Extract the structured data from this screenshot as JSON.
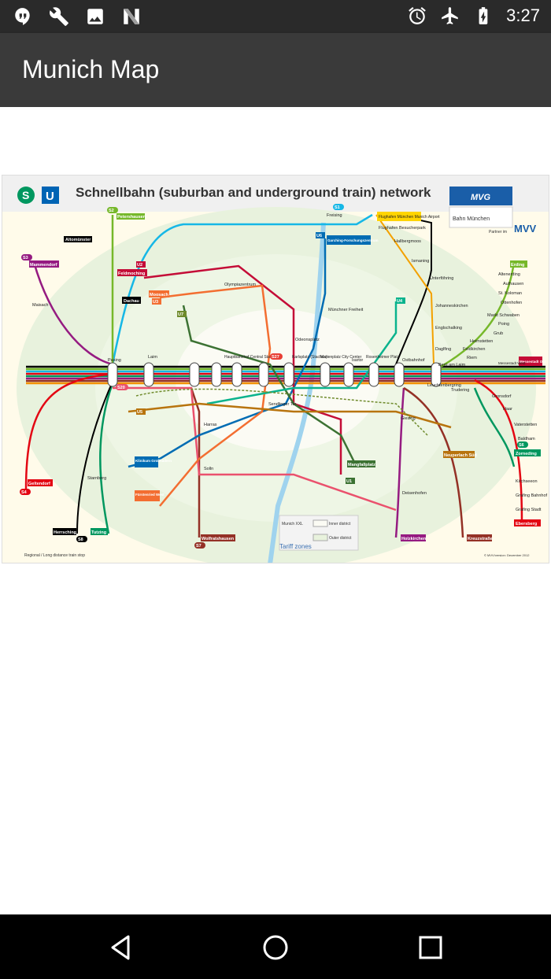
{
  "status_bar": {
    "time": "3:27",
    "left_icons": [
      "hangouts-icon",
      "wrench-icon",
      "image-icon",
      "n-icon"
    ],
    "right_icons": [
      "alarm-icon",
      "airplane-icon",
      "battery-icon"
    ]
  },
  "app_bar": {
    "title": "Munich Map"
  },
  "map": {
    "title": "Schnellbahn (suburban and underground train) network",
    "logo_s": "S",
    "logo_u": "U",
    "mvg": "MVG",
    "bahn": "Bahn München",
    "partner": "Partner im",
    "mvv": "MVV",
    "stations": {
      "freising": "Freising",
      "airport": "Flughafen München Munich Airport",
      "besucherpark": "Flughafen Besucherpark",
      "hallbergmoos": "Hallbergmoos",
      "ismaning": "Ismaning",
      "unterfoehring": "Unterföhring",
      "johanneskirchen": "Johanneskirchen",
      "englschalking": "Englschalking",
      "daglfing": "Daglfing",
      "erding": "Erding",
      "altenerding": "Altenerding",
      "aufhausen": "Aufhausen",
      "st_koloman": "St. Koloman",
      "ottenhofen": "Ottenhofen",
      "markt_schwaben": "Markt Schwaben",
      "poing": "Poing",
      "grub": "Grub",
      "heimstetten": "Heimstetten",
      "feldkirchen": "Feldkirchen",
      "riem": "Riem",
      "messestadt_ost": "Messestadt Ost",
      "messestadt_west": "Messestadt West",
      "trudering": "Trudering",
      "gronsdorf": "Gronsdorf",
      "haar": "Haar",
      "vaterstetten": "Vaterstetten",
      "baldham": "Baldham",
      "zorneding": "Zorneding",
      "kirchseeon": "Kirchseeon",
      "grafing_bahnhof": "Grafing Bahnhof",
      "grafing_stadt": "Grafing Stadt",
      "ebersberg": "Ebersberg",
      "petershausen": "Petershausen",
      "altomuenster": "Altomünster",
      "dachau": "Dachau",
      "mammendorf": "Mammendorf",
      "maisach": "Maisach",
      "pasing": "Pasing",
      "laim": "Laim",
      "hauptbahnhof": "Hauptbahnhof Central Station",
      "karlsplatz": "Karlsplatz (Stachus)",
      "marienplatz": "Marienplatz City Center",
      "isartor": "Isartor",
      "rosenheimer_platz": "Rosenheimer Platz",
      "ostbahnhof": "Ostbahnhof",
      "leuchtenbergring": "Leuchtenbergring",
      "berg_am_laim": "Berg am Laim",
      "odeonsplatz": "Odeonsplatz",
      "muenchner_freiheit": "Münchner Freiheit",
      "garching_forschungszentrum": "Garching-Forschungszentrum",
      "olympiazentrum": "Olympiazentrum",
      "moosach": "Moosach",
      "feldmoching": "Feldmoching",
      "sendlinger_tor": "Sendlinger Tor",
      "harras": "Harras",
      "solln": "Solln",
      "wolfratshausen": "Wolfratshausen",
      "starnberg": "Starnberg",
      "tutzing": "Tutzing",
      "herrsching": "Herrsching",
      "geltendorf": "Geltendorf",
      "klinikum_grosshadern": "Klinikum Großhadern",
      "fuerstenried_west": "Fürstenried West",
      "mangfallplatz": "Mangfallplatz",
      "deisenhofen": "Deisenhofen",
      "holzkirchen": "Holzkirchen",
      "kreuzstrasse": "Kreuzstraße",
      "neuperlach_sued": "Neuperlach Süd",
      "giesing": "Giesing",
      "ostbahnhof_s": "Ostbahnhof"
    },
    "lines": {
      "s1": "S1",
      "s2": "S2",
      "s3": "S3",
      "s4": "S4",
      "s6": "S6",
      "s7": "S7",
      "s8": "S8",
      "s20": "S20",
      "s27": "S27",
      "u1": "U1",
      "u2": "U2",
      "u3": "U3",
      "u4": "U4",
      "u5": "U5",
      "u6": "U6",
      "u7": "U7"
    },
    "legend": {
      "regional": "Regional / Long distance train stop",
      "tariff": "Tariff zones",
      "munich_xxl": "Munich XXL",
      "inner": "Inner district",
      "outer": "Outer district",
      "copyright": "© MVV/version: December 2012"
    },
    "colors": {
      "s1": "#16b7e6",
      "s2": "#76b82a",
      "s3": "#951b81",
      "s4": "#e30613",
      "s6": "#00975f",
      "s7": "#943126",
      "s8": "#000000",
      "u1": "#3c7233",
      "u2": "#c40c37",
      "u3": "#f36e31",
      "u4": "#0ab38d",
      "u5": "#b8740e",
      "u6": "#006cb3",
      "s20": "#ea516d",
      "s27": "#e83e34"
    }
  },
  "nav_bar": {
    "back": "back-icon",
    "home": "home-icon",
    "recents": "recents-icon"
  }
}
